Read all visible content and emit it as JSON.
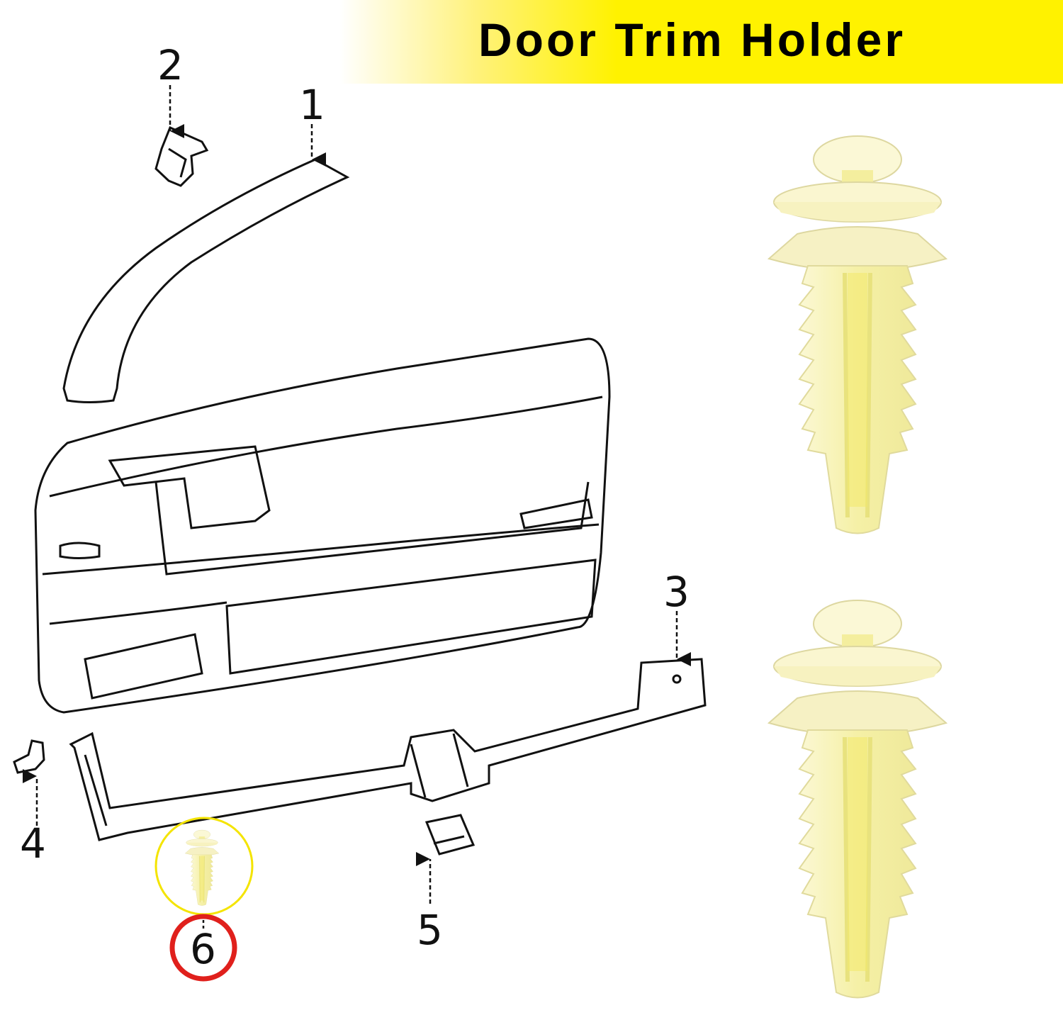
{
  "title": "Door Trim Holder",
  "callouts": {
    "c1": "1",
    "c2": "2",
    "c3": "3",
    "c4": "4",
    "c5": "5",
    "c6": "6"
  },
  "colors": {
    "banner_yellow": "#fff200",
    "clip_body": "#f7f3b8",
    "clip_cap": "#faf6d2",
    "highlight_circle_yellow": "#f4e400",
    "highlight_circle_red": "#e0201c",
    "line_art": "#111111"
  },
  "highlighted_part": "6"
}
